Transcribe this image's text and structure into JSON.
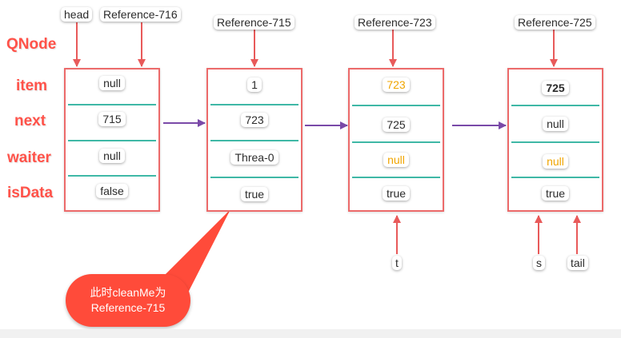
{
  "pointers": {
    "head": "head",
    "ref716": "Reference-716",
    "ref715": "Reference-715",
    "ref723": "Reference-723",
    "ref725": "Reference-725",
    "t": "t",
    "s": "s",
    "tail": "tail"
  },
  "type_label": "QNode",
  "fields": {
    "item": "item",
    "next": "next",
    "waiter": "waiter",
    "isData": "isData"
  },
  "nodes": [
    {
      "item": "null",
      "next": "715",
      "waiter": "null",
      "isData": "false"
    },
    {
      "item": "1",
      "next": "723",
      "waiter": "Threa-0",
      "isData": "true"
    },
    {
      "item": "723",
      "next": "725",
      "waiter": "null",
      "isData": "true"
    },
    {
      "item": "725",
      "next": "null",
      "waiter": "null",
      "isData": "true"
    }
  ],
  "callout": {
    "line1": "此时cleanMe为",
    "line2": "Reference-715"
  },
  "colors": {
    "node_border": "#ec6a6a",
    "field_label": "#ff5249",
    "separator": "#3fb8a6",
    "next_arrow": "#7a4aa8",
    "pointer_arrow": "#e85a5a",
    "highlight_value": "#f0a500",
    "callout_fill": "#ff4b3a"
  }
}
